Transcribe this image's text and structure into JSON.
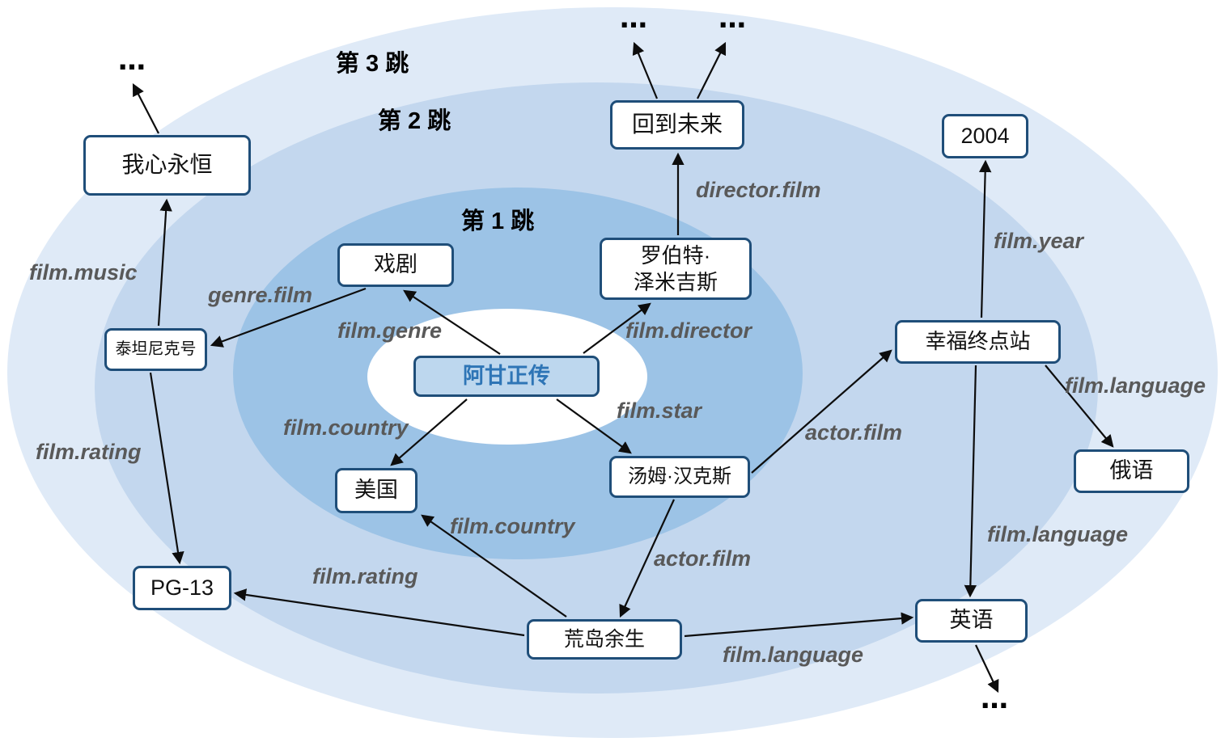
{
  "colors": {
    "hop3_ring": "#dfeaf7",
    "hop2_ring": "#c3d7ee",
    "hop1_ring": "#9cc3e6",
    "center_ellipse": "#ffffff",
    "node_border": "#1f4e79",
    "center_node_fill": "#bdd7ee",
    "center_node_text": "#2e75b6",
    "edge_label_text": "#595959"
  },
  "hops": {
    "hop1": "第 1 跳",
    "hop2": "第 2 跳",
    "hop3": "第 3 跳"
  },
  "nodes": {
    "forrest_gump": "阿甘正传",
    "drama": "戏剧",
    "usa": "美国",
    "tom_hanks": "汤姆·汉克斯",
    "robert_zemeckis_line1": "罗伯特·",
    "robert_zemeckis_line2": "泽米吉斯",
    "back_to_the_future": "回到未来",
    "titanic": "泰坦尼克号",
    "my_heart_will_go_on": "我心永恒",
    "pg_13": "PG-13",
    "cast_away": "荒岛余生",
    "english": "英语",
    "the_terminal": "幸福终点站",
    "year_2004": "2004",
    "russian": "俄语"
  },
  "relations": {
    "film_genre": "film.genre",
    "genre_film": "genre.film",
    "film_director": "film.director",
    "director_film": "director.film",
    "film_star": "film.star",
    "film_country": "film.country",
    "film_music": "film.music",
    "film_rating": "film.rating",
    "actor_film": "actor.film",
    "film_year": "film.year",
    "film_language": "film.language"
  },
  "ellipsis": "…"
}
